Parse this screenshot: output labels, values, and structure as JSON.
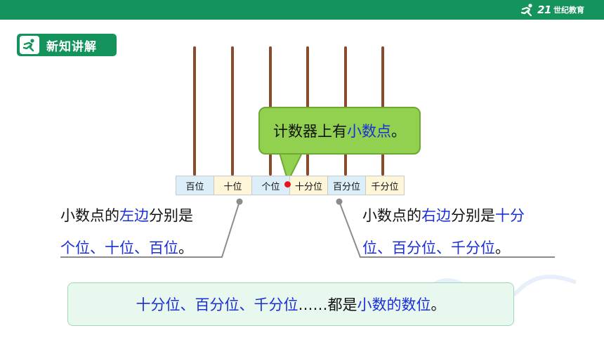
{
  "header": {
    "logo_brand": "21",
    "logo_sub": "世纪教育",
    "logo_icon": "runner-icon"
  },
  "section_badge": {
    "label": "新知讲解",
    "icon": "runner-icon"
  },
  "place_value_board": {
    "cells": [
      "百位",
      "十位",
      "个位",
      "十分位",
      "百分位",
      "千分位"
    ]
  },
  "callout": {
    "prefix": "计数器上有",
    "highlight": "小数点",
    "suffix": "。"
  },
  "left_note": {
    "line1_prefix": "小数点的",
    "line1_highlight": "左边",
    "line1_suffix": "分别是",
    "line2_highlight": "个位、十位、百位",
    "line2_suffix": "。"
  },
  "right_note": {
    "line1_prefix": "小数点的",
    "line1_highlight": "右边",
    "line1_suffix": "分别是",
    "line1_highlight2": "十分",
    "line2_highlight": "位、百分位、千分位",
    "line2_suffix": "。"
  },
  "summary": {
    "highlight1": "十分位、百分位、千分位",
    "middle": "……都是",
    "highlight2": "小数的数位",
    "suffix": "。"
  },
  "colors": {
    "brand_green": "#14935c",
    "highlight_blue": "#1a2fd6",
    "callout_green": "#92d050",
    "rod_brown": "#8a4b2c",
    "decimal_dot": "#e8141c"
  }
}
